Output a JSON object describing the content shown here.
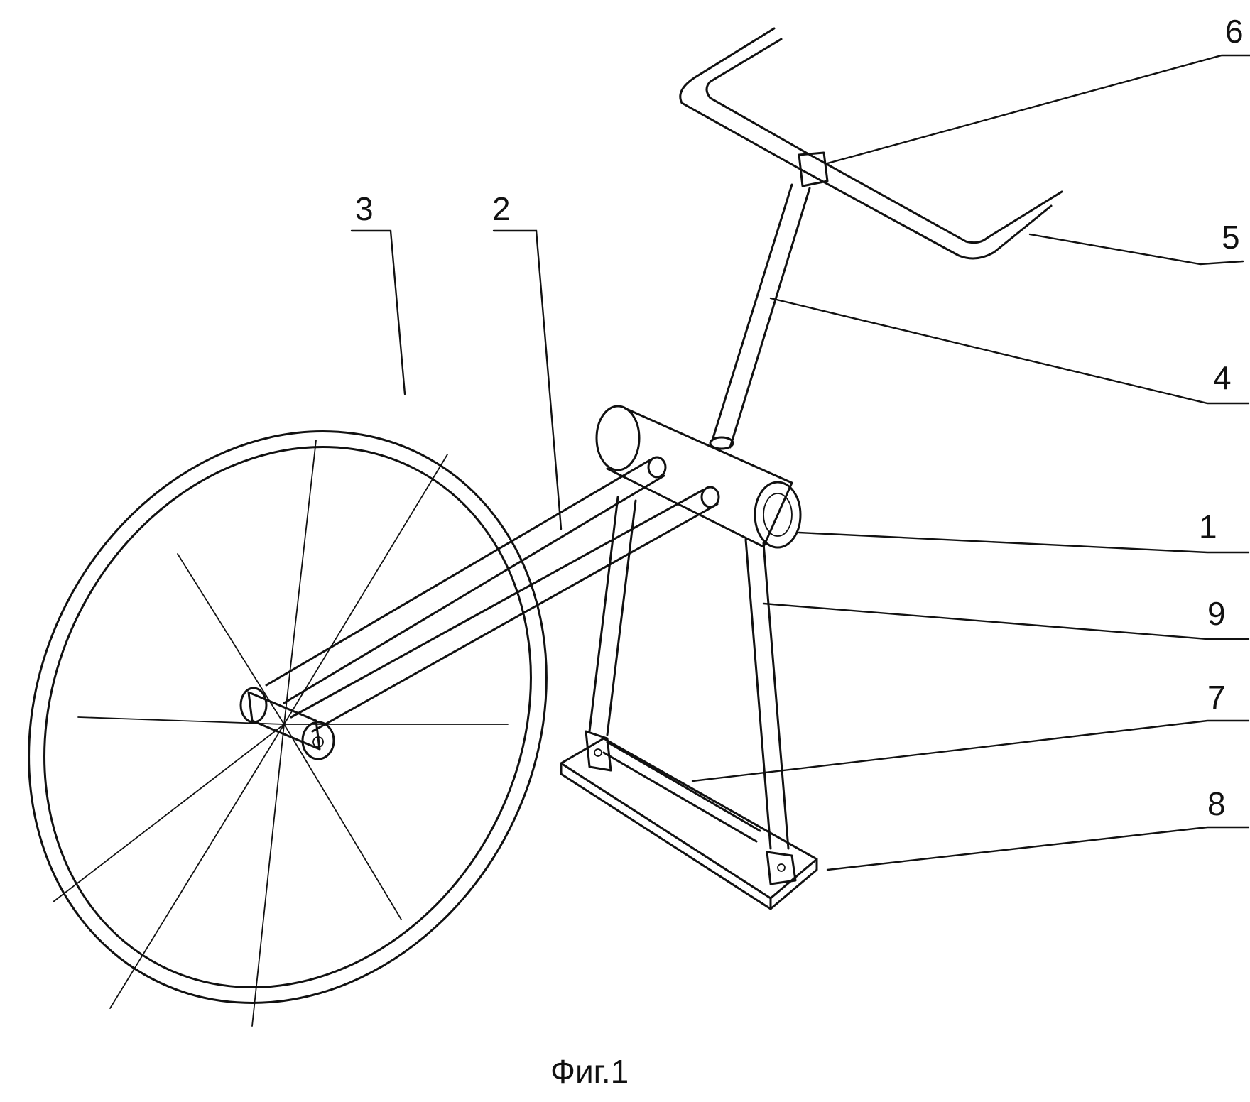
{
  "figure": {
    "caption": "Фиг.1",
    "callouts": [
      {
        "number": "1",
        "part": "frame-cylinder"
      },
      {
        "number": "2",
        "part": "fork-tubes"
      },
      {
        "number": "3",
        "part": "wheel"
      },
      {
        "number": "4",
        "part": "steering-post"
      },
      {
        "number": "5",
        "part": "handlebar"
      },
      {
        "number": "6",
        "part": "handlebar-clamp"
      },
      {
        "number": "7",
        "part": "base-rail"
      },
      {
        "number": "8",
        "part": "base-plate"
      },
      {
        "number": "9",
        "part": "support-leg"
      }
    ]
  },
  "colors": {
    "ink": "#111111",
    "background": "#ffffff"
  }
}
